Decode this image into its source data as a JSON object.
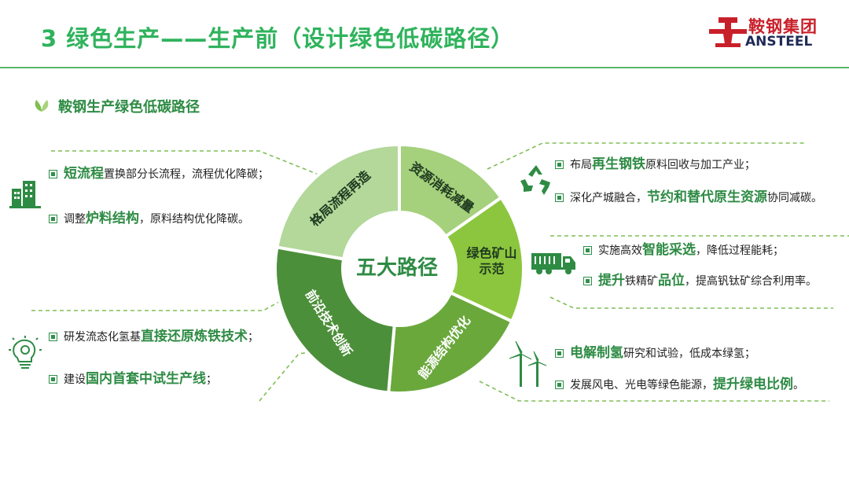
{
  "header": {
    "title": "3 绿色生产——生产前（设计绿色低碳路径）",
    "logo_cn": "鞍钢集团",
    "logo_en": "ANSTEEL"
  },
  "subtitle": "鞍钢生产绿色低碳路径",
  "center": "五大路径",
  "segments": [
    {
      "label": "格局流程再造",
      "color": "#b3d89a"
    },
    {
      "label": "资源消耗减量",
      "color": "#a5d07c"
    },
    {
      "label": "绿色矿山示范",
      "label_lines": [
        "绿色矿山",
        "示范"
      ],
      "color": "#8cc63e"
    },
    {
      "label": "能源结构优化",
      "color": "#6aa83c"
    },
    {
      "label": "前沿技术创新",
      "color": "#4c8f3a"
    }
  ],
  "left_top": [
    {
      "pre": "",
      "hl": "短流程",
      "post": "置换部分长流程，流程优化降碳；"
    },
    {
      "pre": "调整",
      "hl": "炉料结构",
      "post": "，原料结构优化降碳。"
    }
  ],
  "left_bottom": [
    {
      "pre": "研发流态化氢基",
      "hl": "直接还原炼铁技术",
      "post": "；"
    },
    {
      "pre": "建设",
      "hl": "国内首套中试生产线",
      "post": "；"
    }
  ],
  "right_1": [
    {
      "pre": "布局",
      "hl": "再生钢铁",
      "post": "原料回收与加工产业；"
    },
    {
      "pre": "深化产城融合，",
      "hl": "节约和替代原生资源",
      "post": "协同减碳。"
    }
  ],
  "right_2": [
    {
      "pre": "实施高效",
      "hl": "智能采选",
      "post": "，降低过程能耗；"
    },
    {
      "pre": "",
      "hl": "提升",
      "mid": "铁精矿",
      "hl2": "品位",
      "post": "，提高钒钛矿综合利用率。"
    }
  ],
  "right_3": [
    {
      "pre": "",
      "hl": "电解制氢",
      "post": "研究和试验，低成本绿氢；"
    },
    {
      "pre": "发展风电、光电等绿色能源，",
      "hl": "提升绿电比例",
      "post": "。"
    }
  ],
  "colors": {
    "accent": "#2e8b44",
    "title": "#2fb35c",
    "logo_red": "#c8202a",
    "logo_blue": "#1f2a58"
  },
  "icons": [
    "leaf-icon",
    "building-icon",
    "lightbulb-gear-icon",
    "recycle-icon",
    "truck-icon",
    "wind-turbine-icon",
    "ansteel-logo-icon"
  ]
}
